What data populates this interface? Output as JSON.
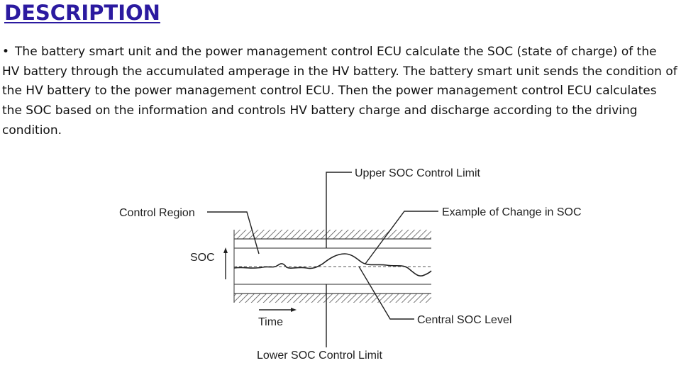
{
  "heading": "DESCRIPTION",
  "bullet": "•",
  "paragraph": "The battery smart unit and the power management control ECU calculate the SOC (state of charge) of the HV battery through the accumulated amperage in the HV battery. The battery smart unit sends the condition of the HV battery to the power management control ECU. Then the power management control ECU calculates the SOC based on the information and controls HV battery charge and discharge according to the driving condition.",
  "diagram": {
    "labels": {
      "upper_limit": "Upper SOC Control Limit",
      "control_region": "Control Region",
      "example_change": "Example of Change in SOC",
      "soc_axis": "SOC",
      "central_level": "Central SOC Level",
      "time_axis": "Time",
      "lower_limit": "Lower SOC Control Limit"
    }
  }
}
